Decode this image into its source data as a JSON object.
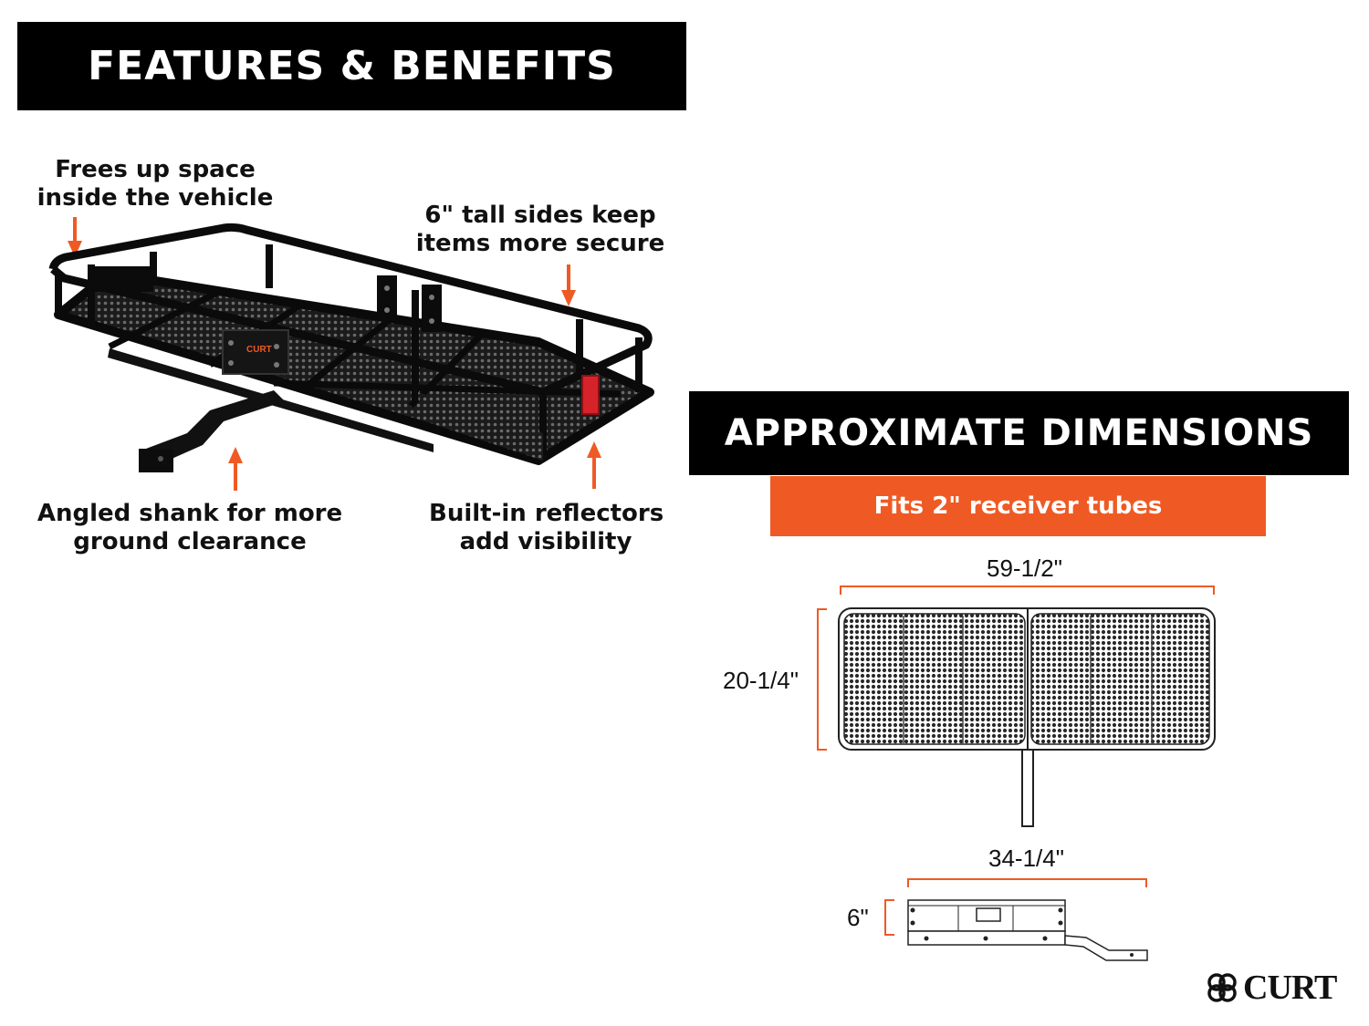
{
  "features": {
    "heading": "FEATURES & BENEFITS",
    "callouts": {
      "frees_space": [
        "Frees up space",
        "inside the vehicle"
      ],
      "tall_sides": [
        "6\" tall sides keep",
        "items more secure"
      ],
      "angled_shank": [
        "Angled shank for more",
        "ground clearance"
      ],
      "reflectors": [
        "Built-in reflectors",
        "add visibility"
      ]
    },
    "product_plate_text": "CURT"
  },
  "dimensions": {
    "heading": "APPROXIMATE DIMENSIONS",
    "fits_label": "Fits 2\" receiver tubes",
    "length": "59-1/2\"",
    "width": "20-1/4\"",
    "platform_length": "34-1/4\"",
    "height": "6\""
  },
  "brand": {
    "logo_text": "CURT",
    "logo_icon": "curt-logo-icon"
  },
  "colors": {
    "accent_orange": "#ef5a24",
    "banner_black": "#000000",
    "reflector_red": "#d6232a"
  }
}
